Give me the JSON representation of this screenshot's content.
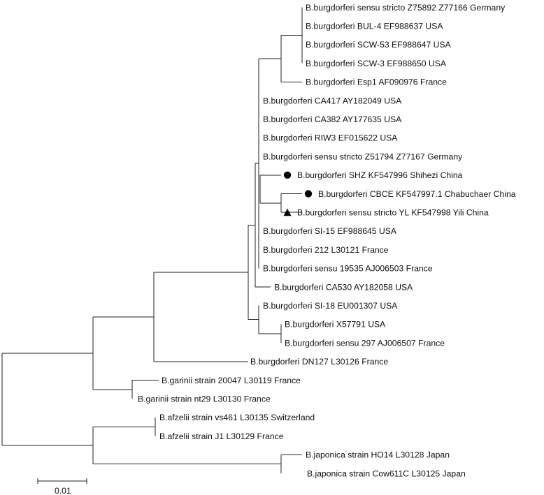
{
  "tree": {
    "line_color": "#222222",
    "text_color": "#111111",
    "background": "#ffffff",
    "leaves": [
      {
        "id": "l1",
        "label": "B.burgdorferi sensu stricto Z75892 Z77166 Germany"
      },
      {
        "id": "l2",
        "label": "B.burgdorferi BUL-4 EF988637 USA"
      },
      {
        "id": "l3",
        "label": "B.burgdorferi SCW-53 EF988647 USA"
      },
      {
        "id": "l4",
        "label": "B.burgdorferi SCW-3 EF988650 USA"
      },
      {
        "id": "l5",
        "label": "B.burgdorferi Esp1 AF090976 France"
      },
      {
        "id": "l6",
        "label": "B.burgdorferi CA417 AY182049 USA"
      },
      {
        "id": "l7",
        "label": "B.burgdorferi CA382 AY177635 USA"
      },
      {
        "id": "l8",
        "label": "B.burgdorferi RIW3 EF015622 USA"
      },
      {
        "id": "l9",
        "label": "B.burgdorferi sensu stricto Z51794 Z77167 Germany"
      },
      {
        "id": "l10",
        "label": "B.burgdorferi SHZ KF547996 Shihezi China",
        "marker": "circle-icon"
      },
      {
        "id": "l11",
        "label": "B.burgdorferi CBCE KF547997.1 Chabuchaer China",
        "marker": "circle-icon"
      },
      {
        "id": "l12",
        "label": "B.burgdorferi sensu stricto YL KF547998 Yili China",
        "marker": "triangle-icon"
      },
      {
        "id": "l13",
        "label": "B.burgdorferi SI-15 EF988645 USA"
      },
      {
        "id": "l14",
        "label": "B.burgdorferi 212 L30121  France"
      },
      {
        "id": "l15",
        "label": "B.burgdorferi sensu 19535 AJ006503 France"
      },
      {
        "id": "l16",
        "label": "B.burgdorferi CA530 AY182058 USA"
      },
      {
        "id": "l17",
        "label": "B.burgdorferi SI-18 EU001307 USA"
      },
      {
        "id": "l18",
        "label": "B.burgdorferi X57791 USA"
      },
      {
        "id": "l19",
        "label": "B.burgdorferi sensu 297 AJ006507 France"
      },
      {
        "id": "l20",
        "label": "B.burgdorferi DN127 L30126 France"
      },
      {
        "id": "l21",
        "label": "B.garinii strain 20047 L30119 France"
      },
      {
        "id": "l22",
        "label": "B.garinii strain nt29 L30130 France"
      },
      {
        "id": "l23",
        "label": "B.afzelii strain vs461 L30135  Switzerland"
      },
      {
        "id": "l24",
        "label": "B.afzelii strain J1 L30129 France"
      },
      {
        "id": "l25",
        "label": "B.japonica strain HO14 L30128 Japan"
      },
      {
        "id": "l26",
        "label": "B.japonica strain Cow611C L30125 Japan"
      }
    ],
    "scale_bar": {
      "label": "0.01",
      "length": 0.01
    }
  }
}
